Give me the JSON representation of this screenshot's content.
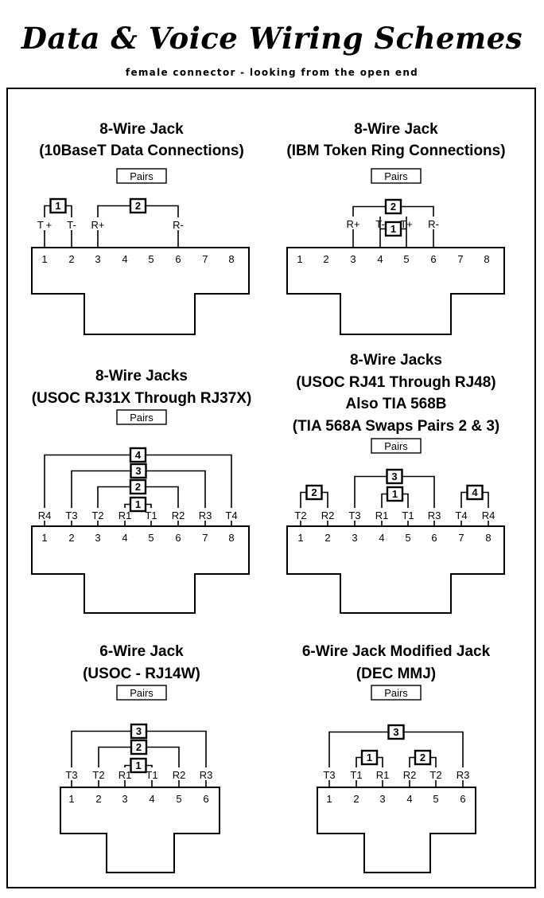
{
  "title": "Data & Voice Wiring Schemes",
  "subtitle": "female connector - looking from the open end",
  "pairs_label": "Pairs",
  "diagrams": [
    {
      "title_lines": [
        "8-Wire Jack",
        "(10BaseT Data Connections)"
      ],
      "pins": [
        "1",
        "2",
        "3",
        "4",
        "5",
        "6",
        "7",
        "8"
      ],
      "wire_labels": [
        "T +",
        "T-",
        "R+",
        "",
        "",
        "R-",
        "",
        ""
      ],
      "pairs": [
        {
          "number": "1",
          "pins": [
            1,
            2
          ]
        },
        {
          "number": "2",
          "pins": [
            3,
            6
          ]
        }
      ]
    },
    {
      "title_lines": [
        "8-Wire Jack",
        "(IBM Token Ring Connections)"
      ],
      "pins": [
        "1",
        "2",
        "3",
        "4",
        "5",
        "6",
        "7",
        "8"
      ],
      "wire_labels": [
        "",
        "",
        "R+",
        "T-",
        "T+",
        "R-",
        "",
        ""
      ],
      "pairs": [
        {
          "number": "2",
          "pins": [
            3,
            6
          ]
        },
        {
          "number": "1",
          "pins": [
            4,
            5
          ]
        }
      ]
    },
    {
      "title_lines": [
        "8-Wire Jacks",
        "(USOC RJ31X Through RJ37X)"
      ],
      "pins": [
        "1",
        "2",
        "3",
        "4",
        "5",
        "6",
        "7",
        "8"
      ],
      "wire_labels": [
        "R4",
        "T3",
        "T2",
        "R1",
        "T1",
        "R2",
        "R3",
        "T4"
      ],
      "pairs": [
        {
          "number": "4",
          "pins": [
            1,
            8
          ]
        },
        {
          "number": "3",
          "pins": [
            2,
            7
          ]
        },
        {
          "number": "2",
          "pins": [
            3,
            6
          ]
        },
        {
          "number": "1",
          "pins": [
            4,
            5
          ]
        }
      ]
    },
    {
      "title_lines": [
        "8-Wire Jacks",
        "(USOC RJ41 Through RJ48)",
        "Also TIA 568B",
        "(TIA 568A Swaps Pairs 2 & 3)"
      ],
      "pins": [
        "1",
        "2",
        "3",
        "4",
        "5",
        "6",
        "7",
        "8"
      ],
      "wire_labels": [
        "T2",
        "R2",
        "T3",
        "R1",
        "T1",
        "R3",
        "T4",
        "R4"
      ],
      "pairs": [
        {
          "number": "2",
          "pins": [
            1,
            2
          ]
        },
        {
          "number": "3",
          "pins": [
            3,
            6
          ]
        },
        {
          "number": "1",
          "pins": [
            4,
            5
          ]
        },
        {
          "number": "4",
          "pins": [
            7,
            8
          ]
        }
      ]
    },
    {
      "title_lines": [
        "6-Wire Jack",
        "(USOC - RJ14W)"
      ],
      "pins": [
        "1",
        "2",
        "3",
        "4",
        "5",
        "6"
      ],
      "wire_labels": [
        "T3",
        "T2",
        "R1",
        "T1",
        "R2",
        "R3"
      ],
      "pairs": [
        {
          "number": "3",
          "pins": [
            1,
            6
          ]
        },
        {
          "number": "2",
          "pins": [
            2,
            5
          ]
        },
        {
          "number": "1",
          "pins": [
            3,
            4
          ]
        }
      ]
    },
    {
      "title_lines": [
        "6-Wire Jack Modified Jack",
        "(DEC MMJ)"
      ],
      "pins": [
        "1",
        "2",
        "3",
        "4",
        "5",
        "6"
      ],
      "wire_labels": [
        "T3",
        "T1",
        "R1",
        "R2",
        "T2",
        "R3"
      ],
      "pairs": [
        {
          "number": "3",
          "pins": [
            1,
            6
          ]
        },
        {
          "number": "1",
          "pins": [
            2,
            3
          ]
        },
        {
          "number": "2",
          "pins": [
            4,
            5
          ]
        }
      ]
    }
  ]
}
